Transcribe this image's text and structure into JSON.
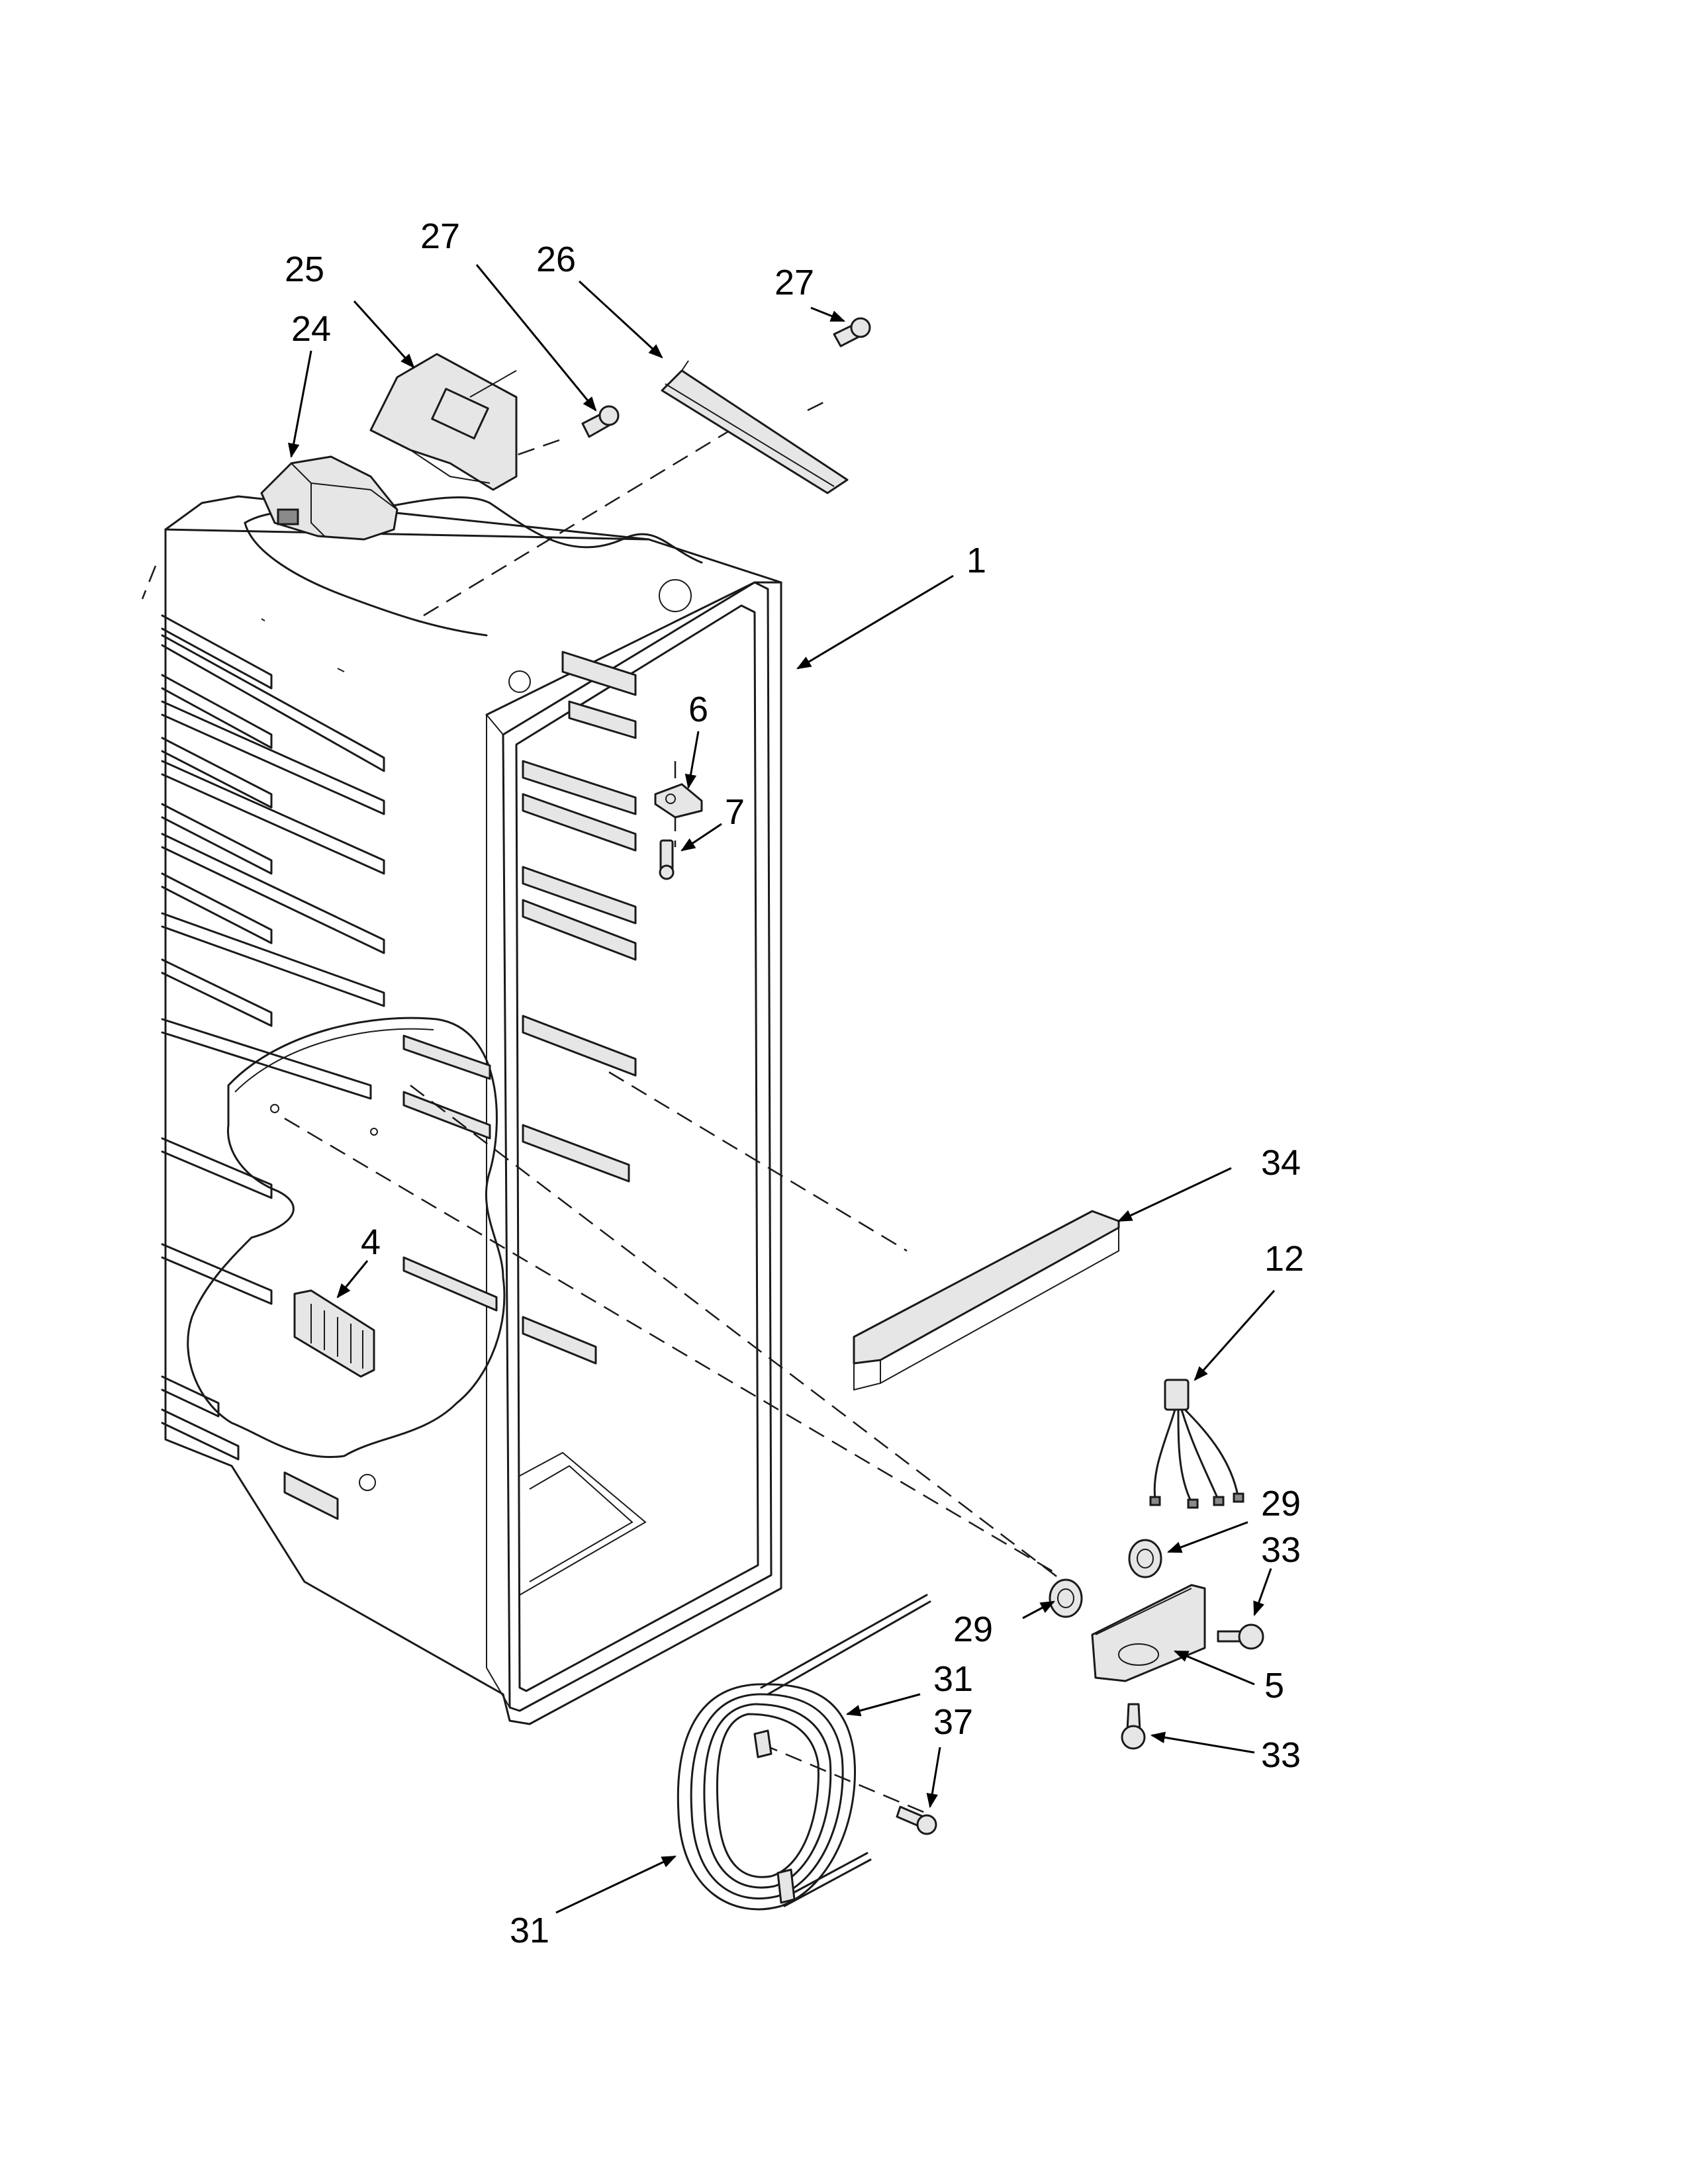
{
  "diagram": {
    "callouts": [
      {
        "id": "c1",
        "label": "1"
      },
      {
        "id": "c4",
        "label": "4"
      },
      {
        "id": "c5",
        "label": "5"
      },
      {
        "id": "c6",
        "label": "6"
      },
      {
        "id": "c7",
        "label": "7"
      },
      {
        "id": "c12",
        "label": "12"
      },
      {
        "id": "c24",
        "label": "24"
      },
      {
        "id": "c25",
        "label": "25"
      },
      {
        "id": "c26",
        "label": "26"
      },
      {
        "id": "c27a",
        "label": "27"
      },
      {
        "id": "c27b",
        "label": "27"
      },
      {
        "id": "c29a",
        "label": "29"
      },
      {
        "id": "c29b",
        "label": "29"
      },
      {
        "id": "c31a",
        "label": "31"
      },
      {
        "id": "c31b",
        "label": "31"
      },
      {
        "id": "c33a",
        "label": "33"
      },
      {
        "id": "c33b",
        "label": "33"
      },
      {
        "id": "c34",
        "label": "34"
      },
      {
        "id": "c37",
        "label": "37"
      }
    ]
  }
}
